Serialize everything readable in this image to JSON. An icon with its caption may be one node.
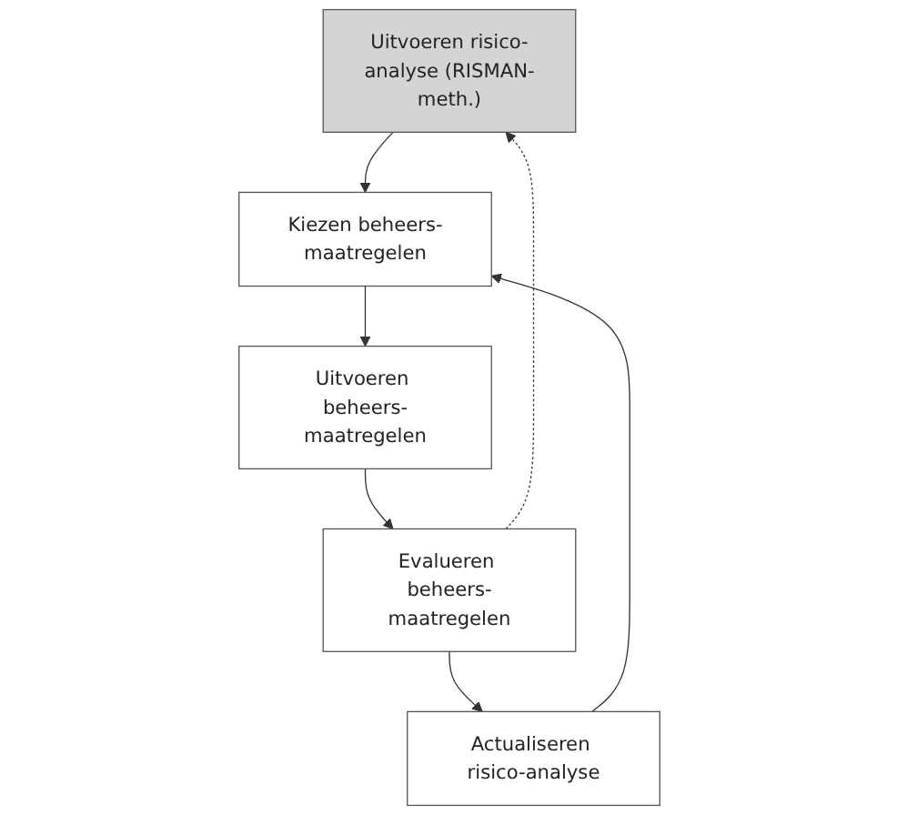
{
  "diagram": {
    "nodes": [
      {
        "text": [
          "Uitvoeren risico-analyse (RISMAN-meth.)"
        ]
      },
      {
        "text": [
          "Actualiseren risico-analyse"
        ]
      },
      {
        "text": [
          "Kiezen beheers-maatregelen"
        ]
      },
      {
        "text": [
          "Uitvoeren beheers-maatregelen"
        ]
      },
      {
        "text": [
          "Evalueren beheers-maatregelen"
        ]
      }
    ],
    "edges": [
      {
        "from": 4,
        "to": 1,
        "arrow": "to"
      },
      {
        "from": 4,
        "to": 0,
        "arrow": "to",
        "style": "dashed"
      },
      {
        "from": 1,
        "to": 2,
        "arrow": "to"
      },
      {
        "from": 0,
        "to": 2,
        "arrow": "to"
      },
      {
        "from": 2,
        "to": 3,
        "arrow": "to"
      },
      {
        "from": 3,
        "to": 4,
        "arrow": "to"
      }
    ]
  }
}
